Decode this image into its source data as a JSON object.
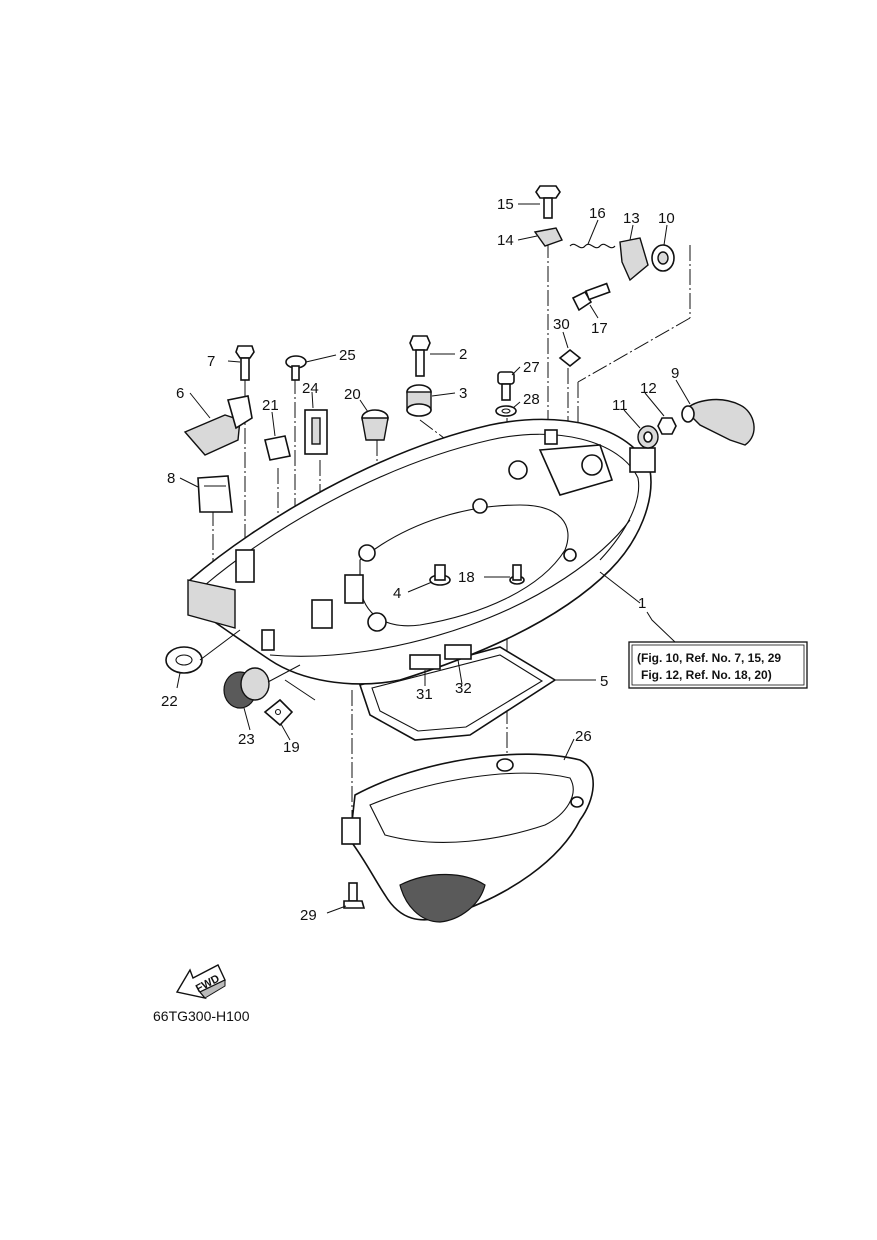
{
  "diagram": {
    "part_labels": [
      {
        "id": "p1",
        "text": "1"
      },
      {
        "id": "p2",
        "text": "2"
      },
      {
        "id": "p3",
        "text": "3"
      },
      {
        "id": "p4",
        "text": "4"
      },
      {
        "id": "p5",
        "text": "5"
      },
      {
        "id": "p6",
        "text": "6"
      },
      {
        "id": "p7",
        "text": "7"
      },
      {
        "id": "p8",
        "text": "8"
      },
      {
        "id": "p9",
        "text": "9"
      },
      {
        "id": "p10",
        "text": "10"
      },
      {
        "id": "p11",
        "text": "11"
      },
      {
        "id": "p12",
        "text": "12"
      },
      {
        "id": "p13",
        "text": "13"
      },
      {
        "id": "p14",
        "text": "14"
      },
      {
        "id": "p15",
        "text": "15"
      },
      {
        "id": "p16",
        "text": "16"
      },
      {
        "id": "p17",
        "text": "17"
      },
      {
        "id": "p18",
        "text": "18"
      },
      {
        "id": "p19",
        "text": "19"
      },
      {
        "id": "p20",
        "text": "20"
      },
      {
        "id": "p21",
        "text": "21"
      },
      {
        "id": "p22",
        "text": "22"
      },
      {
        "id": "p23",
        "text": "23"
      },
      {
        "id": "p24",
        "text": "24"
      },
      {
        "id": "p25",
        "text": "25"
      },
      {
        "id": "p26",
        "text": "26"
      },
      {
        "id": "p27",
        "text": "27"
      },
      {
        "id": "p28",
        "text": "28"
      },
      {
        "id": "p29",
        "text": "29"
      },
      {
        "id": "p30",
        "text": "30"
      },
      {
        "id": "p31",
        "text": "31"
      },
      {
        "id": "p32",
        "text": "32"
      }
    ],
    "reference_box": {
      "line1": "(Fig. 10, Ref. No. 7, 15, 29",
      "line2": "Fig. 12, Ref. No. 18, 20)"
    },
    "fwd_label": "FWD",
    "drawing_code": "66TG300-H100"
  }
}
